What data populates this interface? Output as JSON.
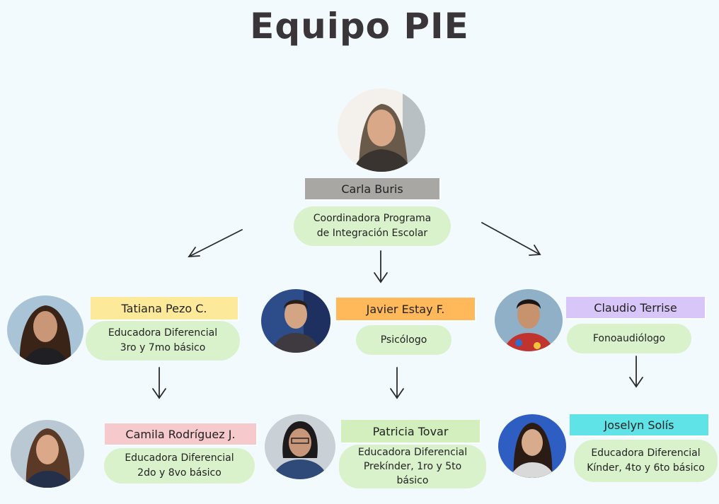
{
  "title": "Equipo PIE",
  "colors": {
    "background": "#f2fafd",
    "role_bubble": "#d9f2cc",
    "coordinator_tag": "#a9a7a4",
    "tatiana_tag": "#fde99a",
    "javier_tag": "#ffb95a",
    "claudio_tag": "#d8c6f8",
    "camila_tag": "#f6c9cc",
    "patricia_tag": "#d2efbd",
    "joselyn_tag": "#5fe3e6"
  },
  "coordinator": {
    "name": "Carla Buris",
    "role_line1": "Coordinadora Programa",
    "role_line2": "de Integración Escolar"
  },
  "tatiana": {
    "name": "Tatiana Pezo C.",
    "role_line1": "Educadora Diferencial",
    "role_line2": "3ro y 7mo básico"
  },
  "javier": {
    "name": "Javier Estay F.",
    "role_line1": "Psicólogo"
  },
  "claudio": {
    "name": "Claudio Terrise",
    "role_line1": "Fonoaudiólogo"
  },
  "camila": {
    "name": "Camila Rodríguez J.",
    "role_line1": "Educadora Diferencial",
    "role_line2": "2do y 8vo básico"
  },
  "patricia": {
    "name": "Patricia Tovar",
    "role_line1": "Educadora Diferencial",
    "role_line2": "Prekínder, 1ro y 5to",
    "role_line3": "básico"
  },
  "joselyn": {
    "name": "Joselyn Solís",
    "role_line1": "Educadora Diferencial",
    "role_line2": "Kínder, 4to y 6to básico"
  }
}
